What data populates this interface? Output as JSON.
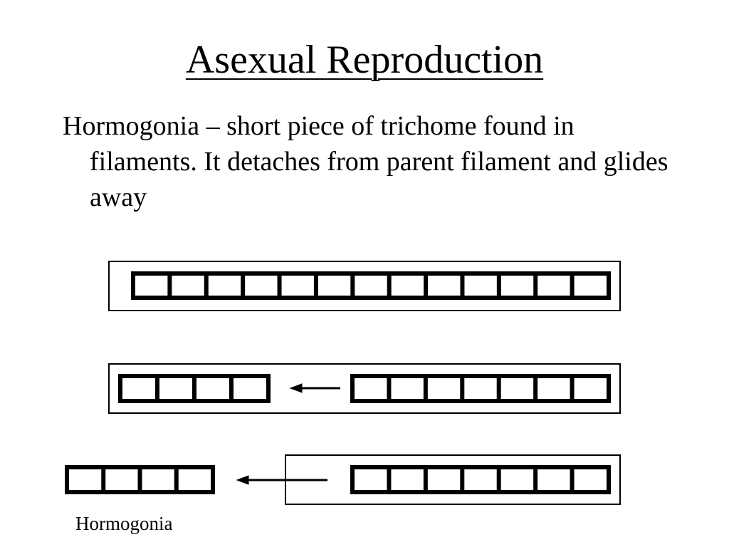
{
  "slide": {
    "title": "Asexual Reproduction",
    "body": "Hormogonia – short piece of trichome found in filaments.  It detaches from parent filament and glides away",
    "caption": "Hormogonia"
  },
  "diagram": {
    "stages": [
      {
        "stage": 1,
        "segments": [
          13
        ]
      },
      {
        "stage": 2,
        "segments": [
          4,
          7
        ],
        "arrow_between": true
      },
      {
        "stage": 3,
        "segments": [
          4,
          7
        ],
        "arrow_between": true,
        "detached": "left"
      }
    ]
  }
}
